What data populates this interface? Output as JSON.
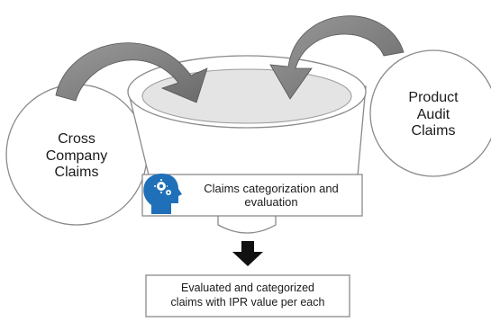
{
  "left_circle": {
    "text": "Cross\nCompany\nClaims"
  },
  "right_circle": {
    "text": "Product\nAudit\nClaims"
  },
  "process_box": {
    "text": "Claims categorization and\nevaluation",
    "icon": "brain-gear-icon"
  },
  "output_box": {
    "text": "Evaluated and categorized\nclaims with IPR value per each"
  },
  "colors": {
    "funnel_fill": "#e4e4e4",
    "arrow_fill": "#7a7a7a",
    "icon_fill": "#1f70b8",
    "border": "#8a8a8a"
  }
}
